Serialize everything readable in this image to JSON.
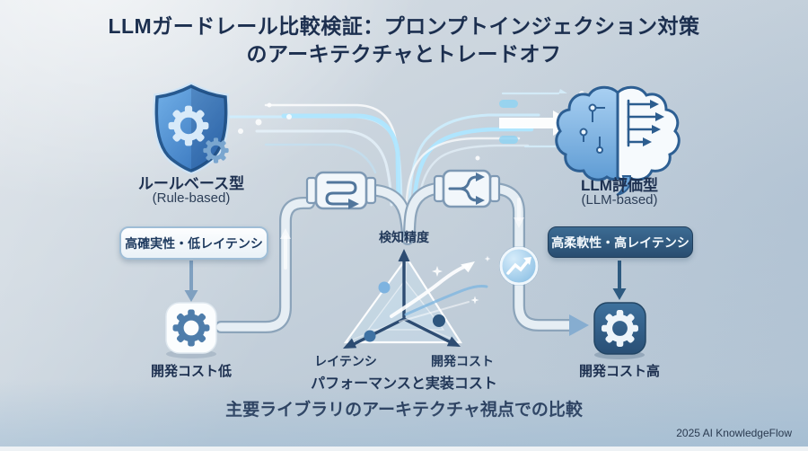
{
  "title": {
    "line1": "LLMガードレール比較検証：プロンプトインジェクション対策",
    "line2": "のアーキテクチャとトレードオフ"
  },
  "left": {
    "icon": "shield-gears-icon",
    "name": "ルールベース型",
    "name_en": "(Rule-based)",
    "badge": "高確実性・低レイテンシ",
    "cost_icon": "gear-icon",
    "cost": "開発コスト低"
  },
  "right": {
    "icon": "brain-circuit-icon",
    "name": "LLM評価型",
    "name_en": "(LLM-based)",
    "badge": "高柔軟性・高レイテンシ",
    "cost_icon": "gear-icon",
    "cost": "開発コスト高"
  },
  "radar": {
    "axes": [
      "検知精度",
      "レイテンシ",
      "開発コスト"
    ],
    "caption": "パフォーマンスと実装コスト"
  },
  "middle_icons": {
    "left_connector": "flow-filter-connector-icon",
    "right_connector": "flow-splitter-connector-icon",
    "trend_badge": "trend-arrow-badge-icon"
  },
  "footer": {
    "caption": "主要ライブラリのアーキテクチャ視点での比較",
    "credit": "2025 AI KnowledgeFlow"
  },
  "colors": {
    "accent_navy": "#1c2f4f",
    "shield_blue": "#4a90d9",
    "brain_blue": "#6aa3d8",
    "badge_dark_bg": "#2f5878",
    "dark_box_bg": "#336693",
    "glow_blue": "#aee6ff"
  }
}
